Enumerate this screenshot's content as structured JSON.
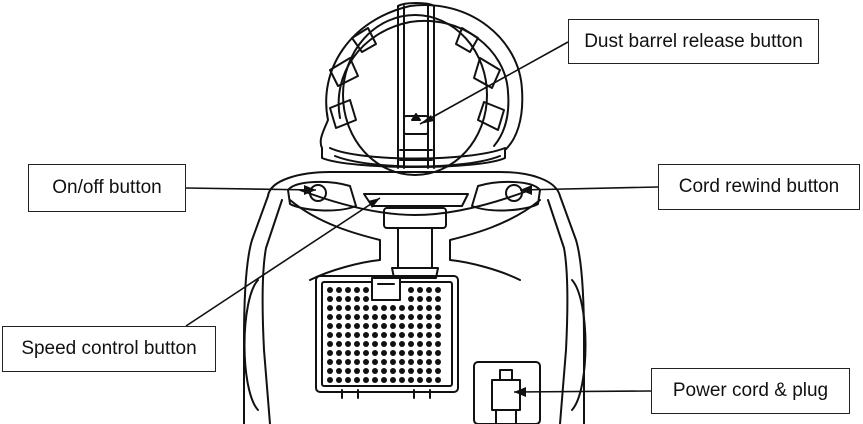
{
  "diagram": {
    "callouts": {
      "dust_barrel": "Dust barrel release button",
      "on_off": "On/off button",
      "cord_rewind": "Cord rewind button",
      "speed_control": "Speed control button",
      "power_cord": "Power cord & plug"
    },
    "colors": {
      "stroke": "#111111",
      "background": "#ffffff"
    }
  }
}
